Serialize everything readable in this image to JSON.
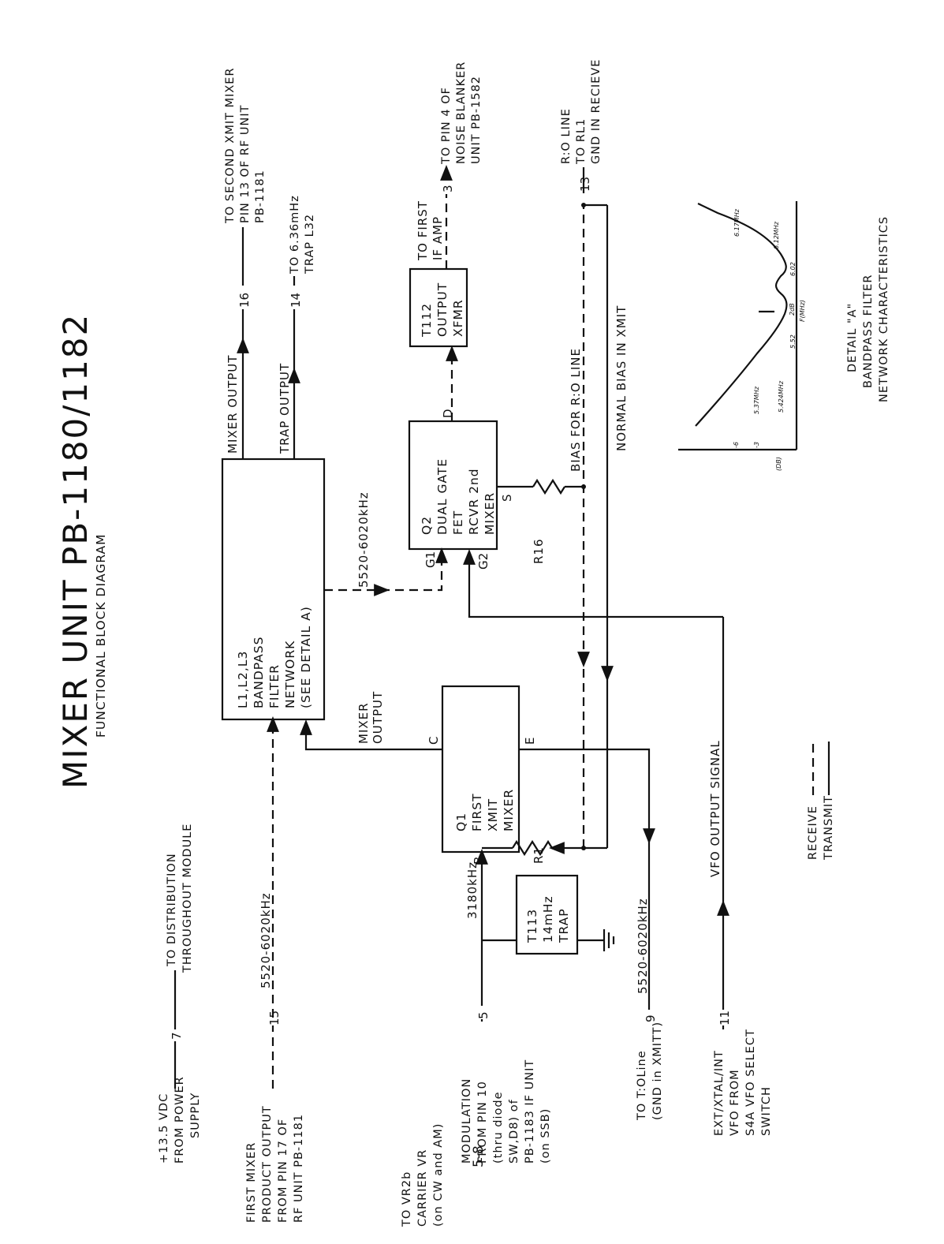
{
  "title": "MIXER UNIT PB-1180/1182",
  "subtitle": "FUNCTIONAL BLOCK DIAGRAM",
  "page_number": "5-8",
  "inputs": {
    "power": [
      "+13.5 VDC",
      "FROM POWER",
      "SUPPLY"
    ],
    "power_pin": "7",
    "power_dest": [
      "TO DISTRIBUTION",
      "THROUGHOUT MODULE"
    ],
    "first_mixer": [
      "FIRST MIXER",
      "PRODUCT OUTPUT",
      "FROM PIN 17 OF",
      "RF UNIT PB-1181"
    ],
    "first_mixer_pin": "15",
    "first_mixer_freq": "5520-6020kHz",
    "vr2b": [
      "TO VR2b",
      "CARRIER VR",
      "(on CW and AM)"
    ],
    "modulation": [
      "MODULATION",
      "FROM PIN 10",
      "(thru diode",
      "SW,D8) of",
      "PB-1183 IF UNIT",
      "(on SSB)"
    ],
    "modulation_pin": "5",
    "modulation_freq": "3180kHz",
    "toline": [
      "TO T:OLine",
      "(GND in XMITT)"
    ],
    "toline_pin": "9",
    "toline_freq": "5520-6020kHz",
    "vfo": [
      "EXT/XTAL/INT",
      "VFO FROM",
      "S4A VFO SELECT",
      "SWITCH"
    ],
    "vfo_pin": "11",
    "vfo_signal": "VFO OUTPUT SIGNAL"
  },
  "blocks": {
    "filter": [
      "L1,L2,L3",
      "BANDPASS",
      "FILTER",
      "NETWORK",
      "(SEE DETAIL A)"
    ],
    "q1": [
      "Q1",
      "FIRST",
      "XMIT",
      "MIXER"
    ],
    "q2": [
      "Q2",
      "DUAL GATE",
      "FET",
      "RCVR 2nd",
      "MIXER"
    ],
    "t112": [
      "T112",
      "OUTPUT",
      "XFMR"
    ],
    "t113": [
      "T113",
      "14mHz",
      "TRAP"
    ]
  },
  "terminals": {
    "q1_c": "C",
    "q1_b": "B",
    "q1_e": "E",
    "q2_g1": "G1",
    "q2_g2": "G2",
    "q2_s": "S",
    "q2_d": "D"
  },
  "labels": {
    "q1_mixer_output": [
      "MIXER",
      "OUTPUT"
    ],
    "filter_out_freq": "5520-6020kHz",
    "mixer_output": "MIXER OUTPUT",
    "trap_output": "TRAP OUTPUT",
    "r1": "R1",
    "r16": "R16",
    "bias_ro": "BIAS FOR R:O LINE",
    "normal_bias": "NORMAL BIAS IN XMIT",
    "first_if": [
      "TO FIRST",
      "IF AMP"
    ]
  },
  "outputs": {
    "pin16": "16",
    "pin16_dest": [
      "TO SECOND XMIT MIXER",
      "PIN 13 OF RF UNIT",
      "PB-1181"
    ],
    "pin14": "14",
    "pin14_dest": [
      "TO 6.36mHz",
      "TRAP L32"
    ],
    "pin3": "3",
    "pin3_dest": [
      "TO PIN 4 OF",
      "NOISE BLANKER",
      "UNIT PB-1582"
    ],
    "pin13": "13",
    "pin13_dest": [
      "R:O LINE",
      "TO RL1",
      "GND IN RECIEVE"
    ]
  },
  "legend": {
    "receive": "RECEIVE",
    "transmit": "TRANSMIT"
  },
  "detail": {
    "title": [
      "DETAIL \"A\"",
      "BANDPASS FILTER",
      "NETWORK CHARACTERISTICS"
    ],
    "y_ticks": [
      "-6",
      "-3"
    ],
    "y_unit": "(DB)",
    "x_unit": "F(MHz)",
    "x_ticks": [
      "5.52",
      "6.02"
    ],
    "dip": "2dB",
    "left_freqs": [
      "5.37MHz",
      "5.424MHz"
    ],
    "right_freqs": [
      "6.17MHz",
      "6.12MHz"
    ]
  }
}
